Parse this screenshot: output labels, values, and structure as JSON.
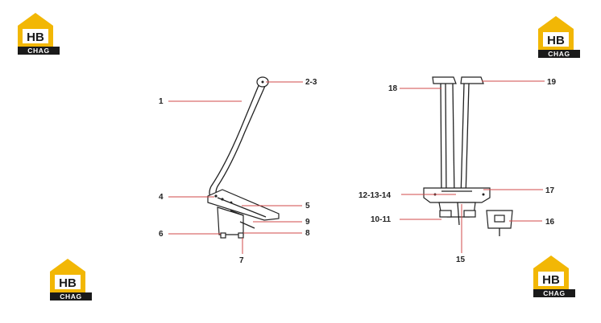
{
  "logo": {
    "letters": "HB",
    "word": "CHAG"
  },
  "colors": {
    "logo_yellow": "#f2b705",
    "leader_red": "#d24a4a",
    "ink": "#222222"
  },
  "left_labels": {
    "l1": "1",
    "l2_3": "2-3",
    "l4": "4",
    "l5": "5",
    "l6": "6",
    "l7": "7",
    "l8": "8",
    "l9": "9"
  },
  "right_labels": {
    "l10_11": "10-11",
    "l12_13_14": "12-13-14",
    "l15": "15",
    "l16": "16",
    "l17": "17",
    "l18": "18",
    "l19": "19"
  }
}
